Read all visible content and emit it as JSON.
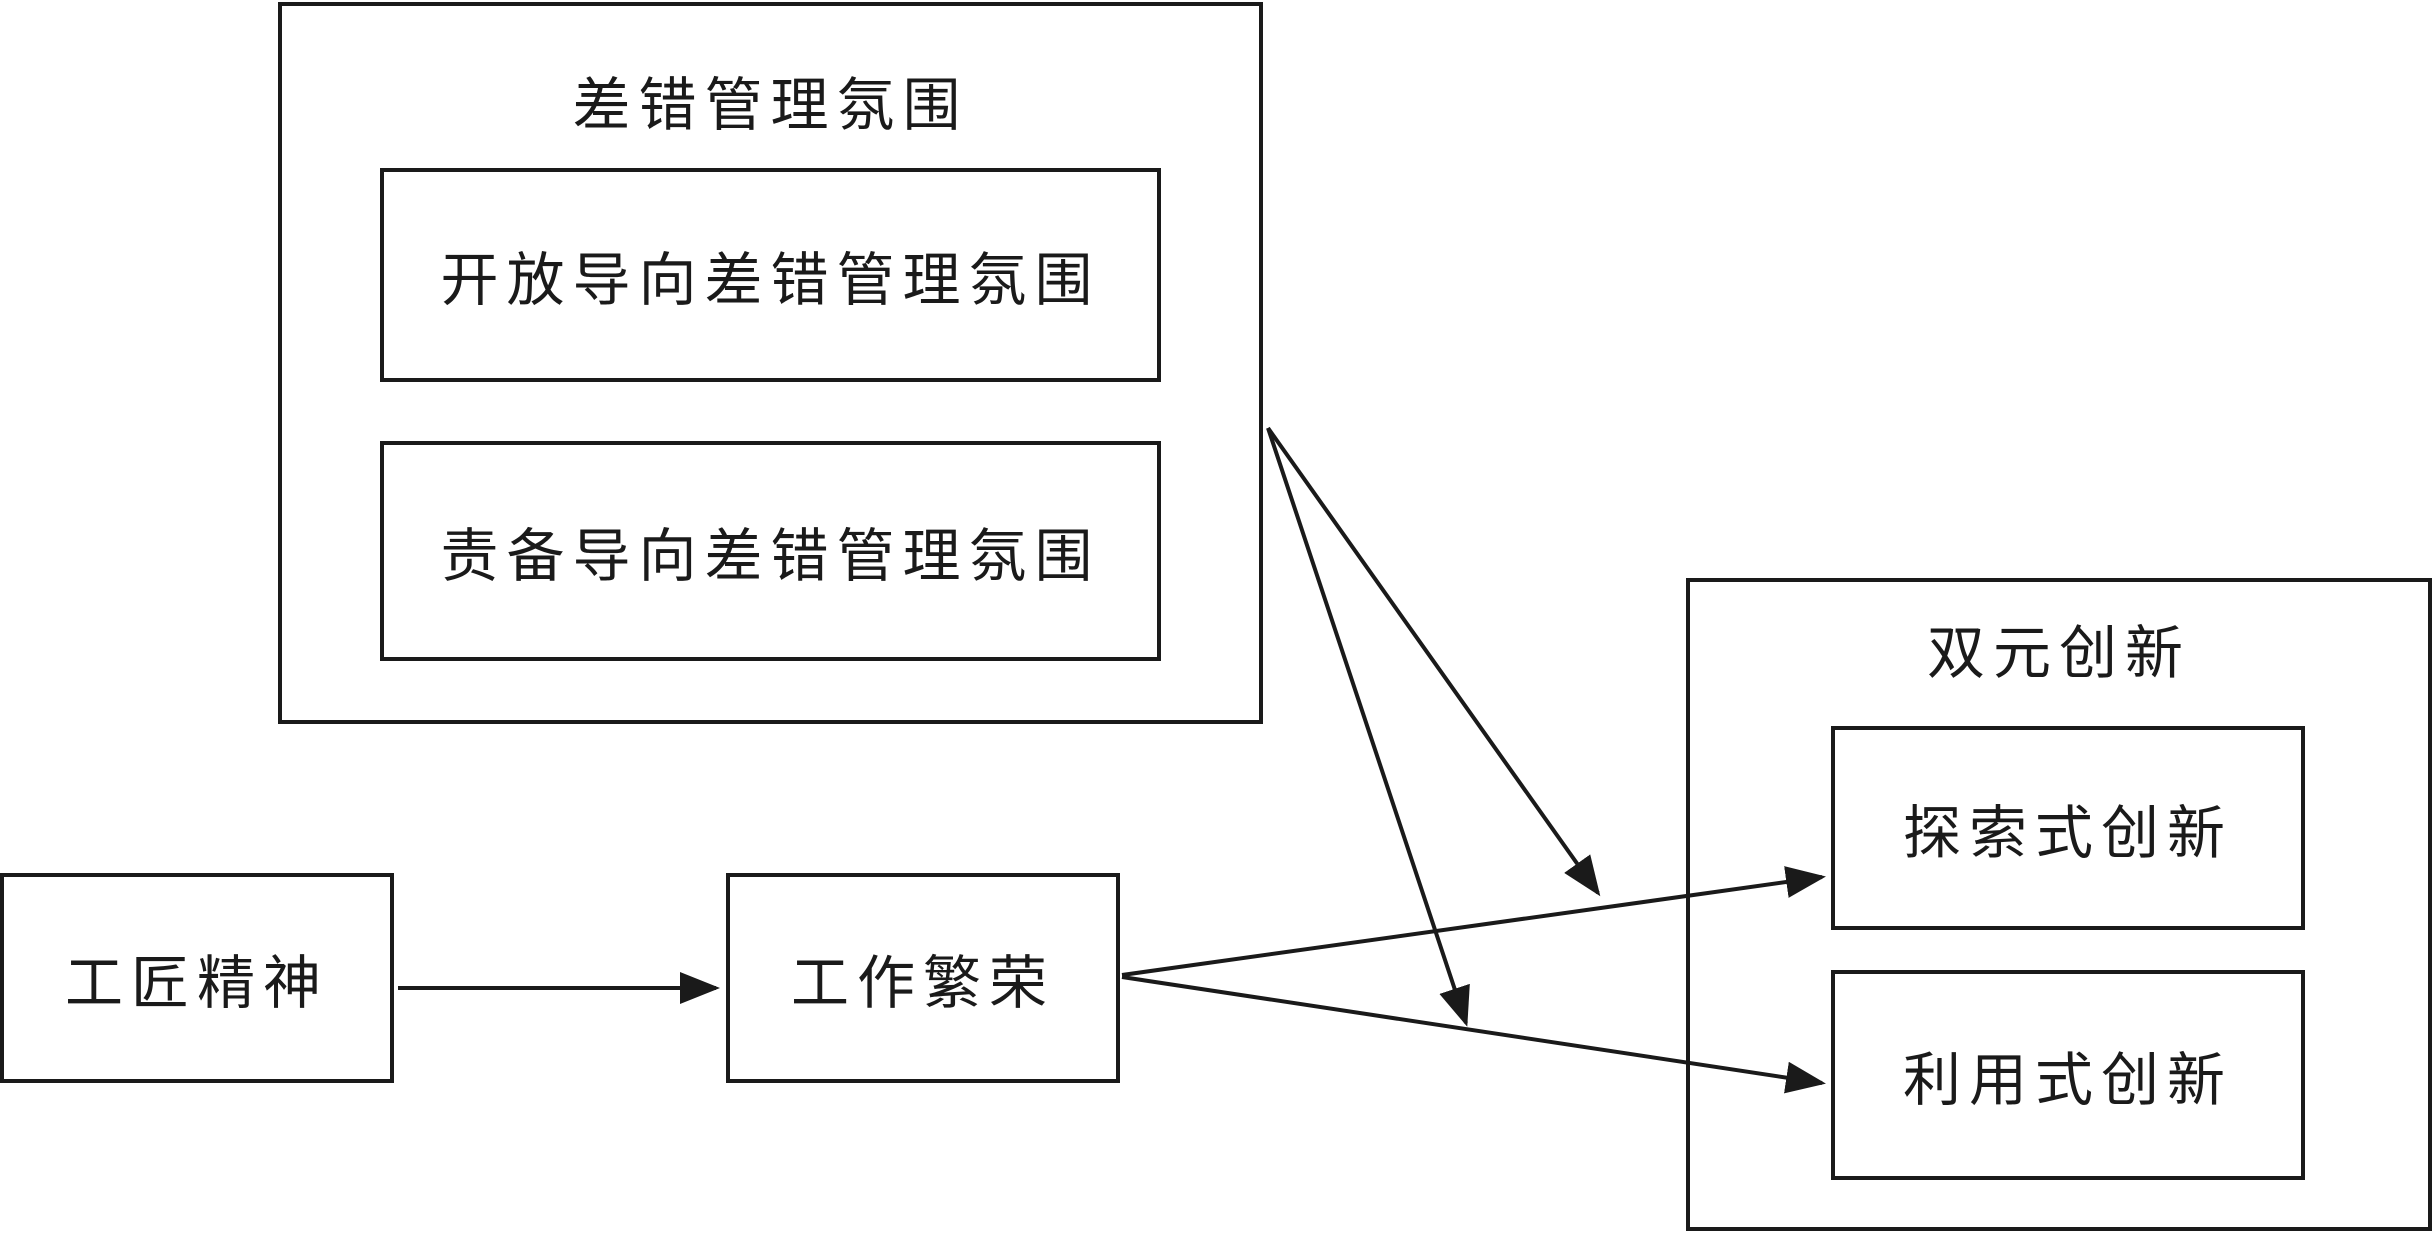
{
  "groups": {
    "error_climate": {
      "title": "差错管理氛围",
      "items": [
        "开放导向差错管理氛围",
        "责备导向差错管理氛围"
      ]
    },
    "dual_innovation": {
      "title": "双元创新",
      "items": [
        "探索式创新",
        "利用式创新"
      ]
    }
  },
  "nodes": {
    "craftsman": "工匠精神",
    "thriving": "工作繁荣"
  },
  "colors": {
    "line": "#1a1a1a",
    "background": "#ffffff"
  }
}
